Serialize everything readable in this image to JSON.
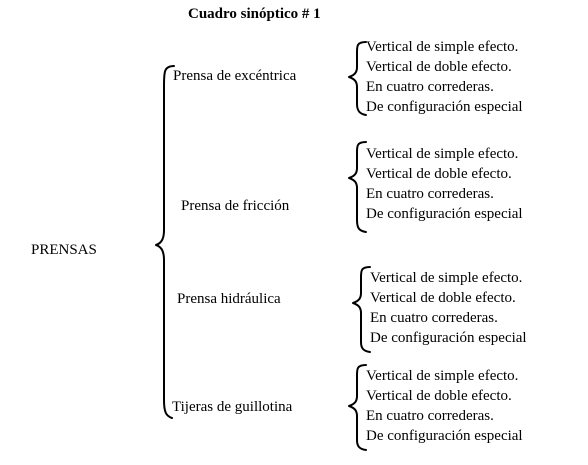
{
  "title": "Cuadro sinóptico # 1",
  "root": "PRENSAS",
  "categories": [
    {
      "label": "Prensa de excéntrica",
      "items": [
        "Vertical de simple efecto.",
        "Vertical de doble efecto.",
        "En cuatro correderas.",
        "De configuración especial"
      ]
    },
    {
      "label": "Prensa de fricción",
      "items": [
        "Vertical de simple efecto.",
        "Vertical de doble efecto.",
        "En cuatro correderas.",
        "De configuración especial"
      ]
    },
    {
      "label": "Prensa hidráulica",
      "items": [
        "Vertical de simple efecto.",
        "Vertical de doble efecto.",
        "En cuatro correderas.",
        "De configuración especial"
      ]
    },
    {
      "label": "Tijeras de guillotina",
      "items": [
        "Vertical de simple efecto.",
        "Vertical de doble efecto.",
        "En cuatro correderas.",
        "De configuración especial"
      ]
    }
  ]
}
